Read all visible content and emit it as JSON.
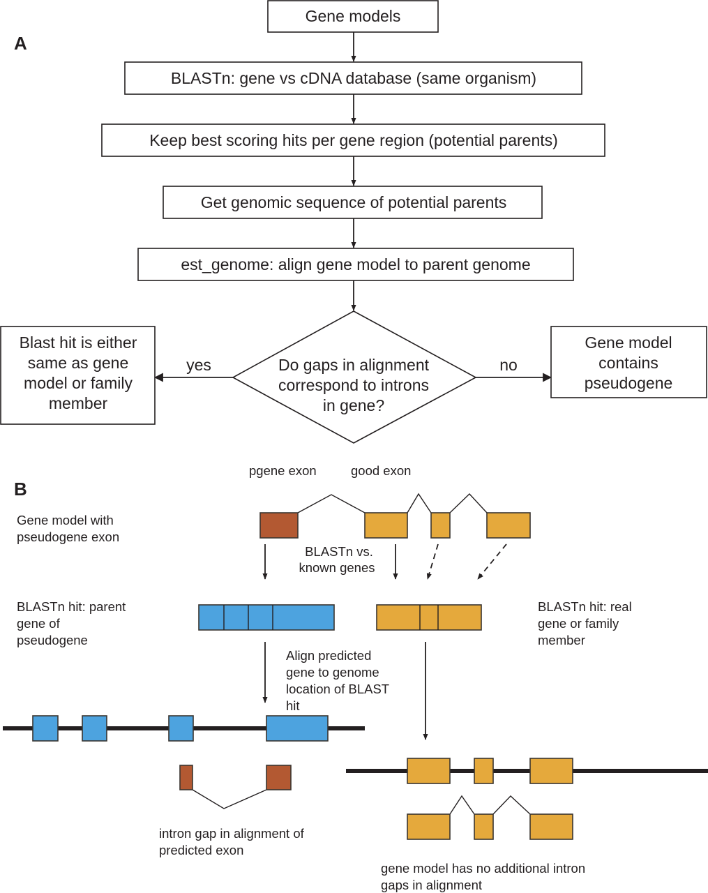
{
  "panels": {
    "a": "A",
    "b": "B"
  },
  "flowchart": {
    "steps": [
      "Gene models",
      "BLASTn: gene vs cDNA database (same organism)",
      "Keep best scoring hits per gene region (potential parents)",
      "Get genomic sequence of potential parents",
      "est_genome: align gene model to parent genome"
    ],
    "decision": [
      "Do gaps in alignment",
      "correspond to introns",
      "in gene?"
    ],
    "yes_label": "yes",
    "no_label": "no",
    "yes_outcome": [
      "Blast hit is either",
      "same as gene",
      "model or family",
      "member"
    ],
    "no_outcome": [
      "Gene model",
      "contains",
      "pseudogene"
    ]
  },
  "panel_b": {
    "pgene_exon_label": "pgene exon",
    "good_exon_label": "good exon",
    "gene_model_label": [
      "Gene model with",
      "pseudogene exon"
    ],
    "blastn_vs_label": [
      "BLASTn vs.",
      "known genes"
    ],
    "parent_hit_label": [
      "BLASTn hit: parent",
      "gene of",
      "pseudogene"
    ],
    "real_hit_label": [
      "BLASTn hit: real",
      "gene or family",
      "member"
    ],
    "align_label": [
      "Align predicted",
      "gene to genome",
      "location of BLAST",
      "hit"
    ],
    "intron_gap_label": [
      "intron gap in alignment of",
      "predicted exon"
    ],
    "no_gaps_label": [
      "gene model has no additional intron",
      "gaps in alignment"
    ]
  },
  "colors": {
    "pseudogene_exon": "#b35932",
    "good_exon": "#e5a93c",
    "parent_gene": "#4da3df",
    "ink": "#231f20"
  }
}
